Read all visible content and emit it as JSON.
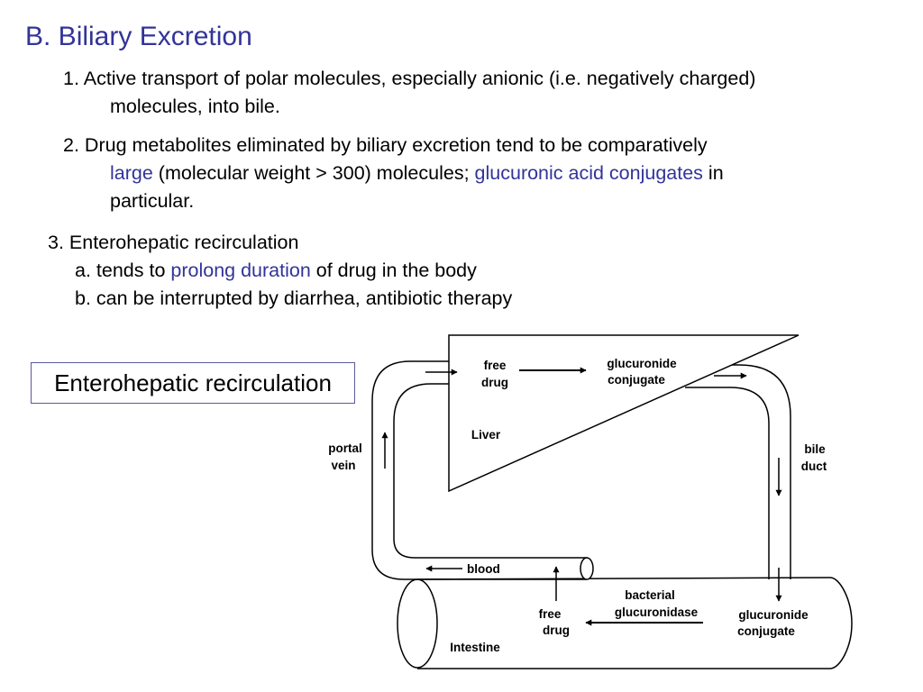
{
  "title": "B. Biliary Excretion",
  "items": {
    "p1": {
      "number": "1.",
      "line1": "Active transport of polar molecules, especially anionic (i.e. negatively charged)",
      "line2": "molecules, into bile."
    },
    "p2": {
      "number": "2.",
      "line1": "Drug metabolites eliminated by biliary excretion tend to be comparatively",
      "hl1": "large",
      "mid": "(molecular weight > 300) molecules;",
      "hl2": "glucuronic acid conjugates",
      "tail": "in",
      "line3": "particular."
    },
    "p3": {
      "heading": "3. Enterohepatic recirculation",
      "a_prefix": "a. tends to",
      "a_hl": "prolong duration",
      "a_suffix": "of drug in the body",
      "b": "b. can be interrupted by diarrhea, antibiotic therapy"
    }
  },
  "diagram": {
    "box_label": "Enterohepatic recirculation",
    "labels": {
      "free_drug_top_1": "free",
      "free_drug_top_2": "drug",
      "glucuronide_top_1": "glucuronide",
      "glucuronide_top_2": "conjugate",
      "liver": "Liver",
      "portal_1": "portal",
      "portal_2": "vein",
      "bile_1": "bile",
      "bile_2": "duct",
      "blood": "blood",
      "bacterial_1": "bacterial",
      "bacterial_2": "glucuronidase",
      "free_drug_bottom_1": "free",
      "free_drug_bottom_2": "drug",
      "glucuronide_bottom_1": "glucuronide",
      "glucuronide_bottom_2": "conjugate",
      "intestine": "Intestine"
    }
  },
  "colors": {
    "accent": "#333399"
  }
}
